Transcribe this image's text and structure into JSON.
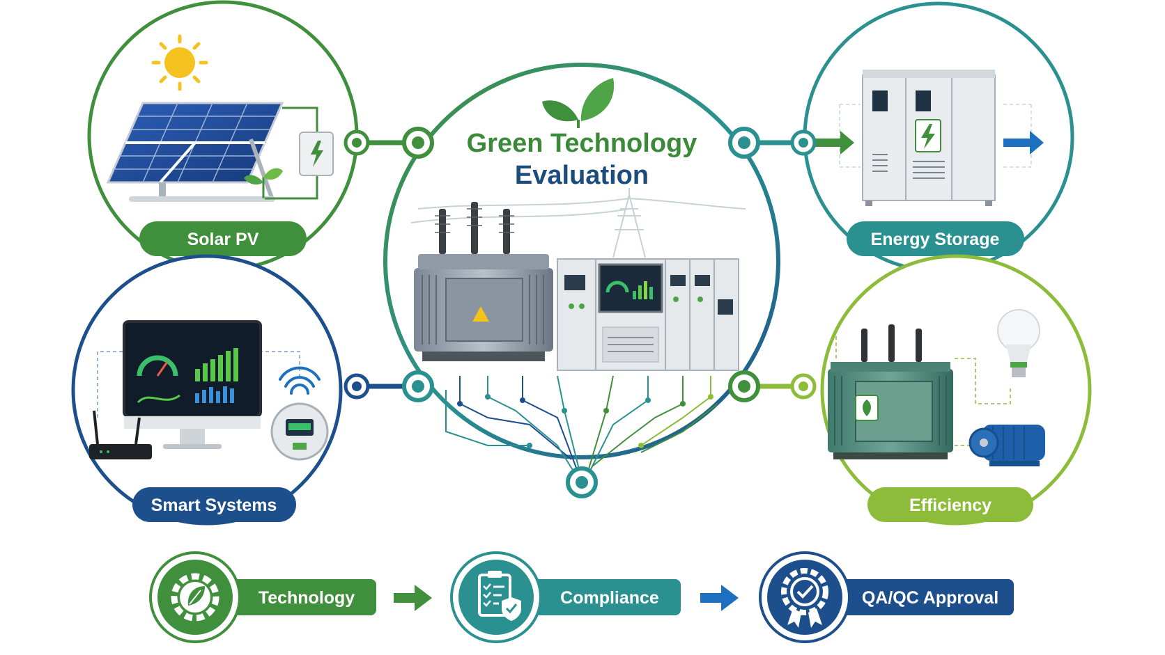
{
  "title": {
    "line1": "Green Technology",
    "line2": "Evaluation"
  },
  "colors": {
    "green": "#3f8f3c",
    "light_green": "#8cbc3a",
    "teal": "#2a9190",
    "navy": "#1d4f8c",
    "title_green": "#3b8a3a",
    "title_navy": "#1c4b7e"
  },
  "modules": [
    {
      "id": "solar",
      "label": "Solar PV",
      "icon": "solar-panel-icon"
    },
    {
      "id": "storage",
      "label": "Energy Storage",
      "icon": "battery-cabinet-icon"
    },
    {
      "id": "smart",
      "label": "Smart Systems",
      "icon": "monitor-dashboard-icon"
    },
    {
      "id": "efficiency",
      "label": "Efficiency",
      "icon": "transformer-motor-icon"
    }
  ],
  "process": [
    {
      "label": "Technology",
      "icon": "leaf-gear-icon"
    },
    {
      "label": "Compliance",
      "icon": "clipboard-shield-icon"
    },
    {
      "label": "QA/QC Approval",
      "icon": "approval-badge-icon"
    }
  ]
}
